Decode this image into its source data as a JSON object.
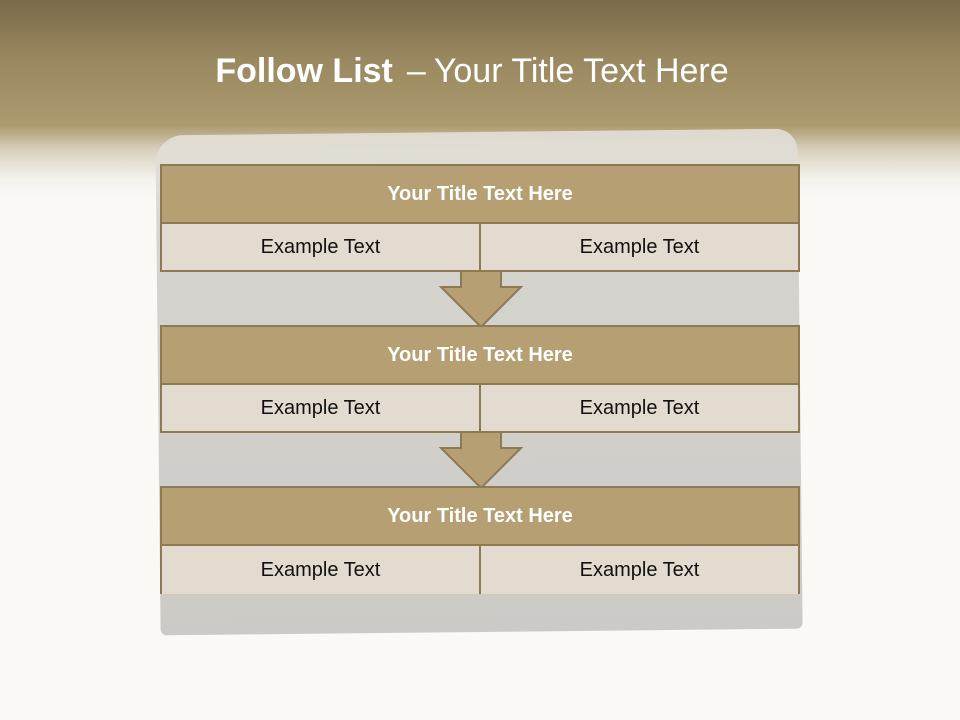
{
  "title": {
    "bold": "Follow List",
    "dash": "–",
    "rest": "Your Title Text Here"
  },
  "blocks": [
    {
      "title": "Your Title Text Here",
      "cells": [
        "Example Text",
        "Example Text"
      ]
    },
    {
      "title": "Your Title Text Here",
      "cells": [
        "Example Text",
        "Example Text"
      ]
    },
    {
      "title": "Your Title Text Here",
      "cells": [
        "Example Text",
        "Example Text"
      ]
    }
  ],
  "colors": {
    "title_bar": "#b59f73",
    "cell_fill": "#e3dbcf",
    "border": "#8c7a55",
    "header_band": "#9a8860"
  }
}
